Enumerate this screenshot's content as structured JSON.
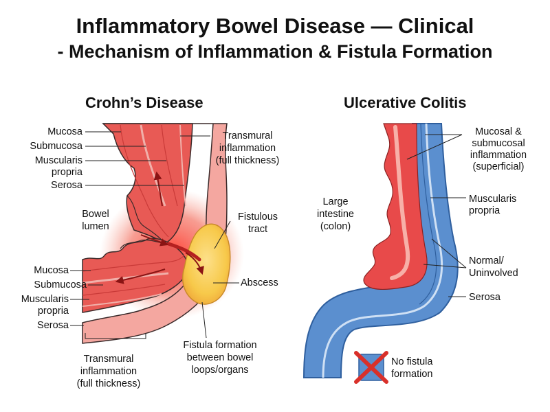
{
  "title": {
    "line1": "Inflammatory Bowel Disease — Clinical",
    "line2": "- Mechanism of Inflammation & Fistula Formation"
  },
  "crohns": {
    "heading": "Crohn’s Disease",
    "labels": {
      "mucosa_top": "Mucosa",
      "submucosa_top": "Submucosa",
      "muscularis_top_1": "Muscularis",
      "muscularis_top_2": "propria",
      "serosa_top": "Serosa",
      "transmural_top_1": "Transmural",
      "transmural_top_2": "inflammation",
      "transmural_top_3": "(full thickness)",
      "bowel_lumen_1": "Bowel",
      "bowel_lumen_2": "lumen",
      "fistulous_1": "Fistulous",
      "fistulous_2": "tract",
      "mucosa_bottom": "Mucosa",
      "submucosa_bottom": "Submucosa",
      "muscularis_bottom_1": "Muscularis",
      "muscularis_bottom_2": "propria",
      "serosa_bottom": "Serosa",
      "abscess": "Abscess",
      "fistula_formation_1": "Fistula formation",
      "fistula_formation_2": "between bowel",
      "fistula_formation_3": "loops/organs",
      "transmural_bottom_1": "Transmural",
      "transmural_bottom_2": "inflammation",
      "transmural_bottom_3": "(full thickness)"
    }
  },
  "uc": {
    "heading": "Ulcerative Colitis",
    "labels": {
      "mucosal_1": "Mucosal &",
      "mucosal_2": "submucosal",
      "mucosal_3": "inflammation",
      "mucosal_4": "(superficial)",
      "large_intestine_1": "Large",
      "large_intestine_2": "intestine",
      "large_intestine_3": "(colon)",
      "muscularis_1": "Muscularis",
      "muscularis_2": "propria",
      "normal_1": "Normal/",
      "normal_2": "Uninvolved",
      "serosa": "Serosa",
      "no_fistula_1": "No fistula",
      "no_fistula_2": "formation"
    }
  },
  "colors": {
    "inflamed_red": "#e84a4a",
    "inflamed_light": "#f29a94",
    "abscess_yellow": "#f7c94a",
    "normal_blue": "#5b8fcf",
    "normal_blue_dark": "#2f5f9e",
    "outline": "#3a2a2a"
  }
}
